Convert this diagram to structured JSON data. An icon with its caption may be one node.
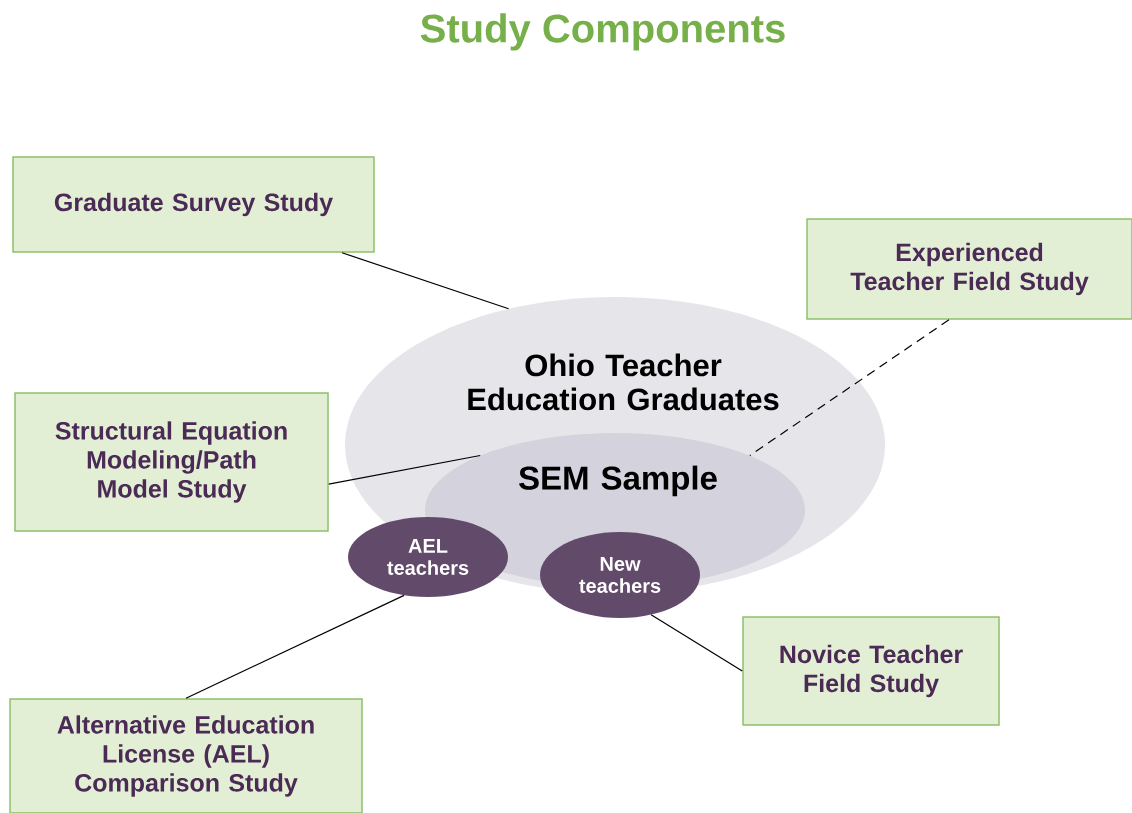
{
  "diagram": {
    "title": "Study Components",
    "nodes": [
      {
        "text": [
          "Ohio Teacher Education Graduates"
        ]
      },
      {
        "text": [
          "SEM Sample"
        ],
        "in": 0
      },
      {
        "text": [
          "AEL teachers"
        ]
      },
      {
        "text": [
          "New teachers"
        ]
      },
      {
        "text": [
          "Graduate Survey Study"
        ]
      },
      {
        "text": [
          "Experienced Teacher Field Study"
        ]
      },
      {
        "text": [
          "Structural Equation Modeling/Path Model Study"
        ]
      },
      {
        "text": [
          "Novice Teacher Field Study"
        ]
      },
      {
        "text": [
          "Alternative Education License (AEL) Comparison Study"
        ]
      }
    ],
    "edges": [
      {
        "from": 4,
        "to": 0,
        "arrow": "none"
      },
      {
        "from": 5,
        "to": 1,
        "arrow": "none",
        "style": "dashed"
      },
      {
        "from": 6,
        "to": 1,
        "arrow": "none"
      },
      {
        "from": 2,
        "to": 8,
        "arrow": "none"
      },
      {
        "from": 3,
        "to": 7,
        "arrow": "none"
      }
    ]
  }
}
